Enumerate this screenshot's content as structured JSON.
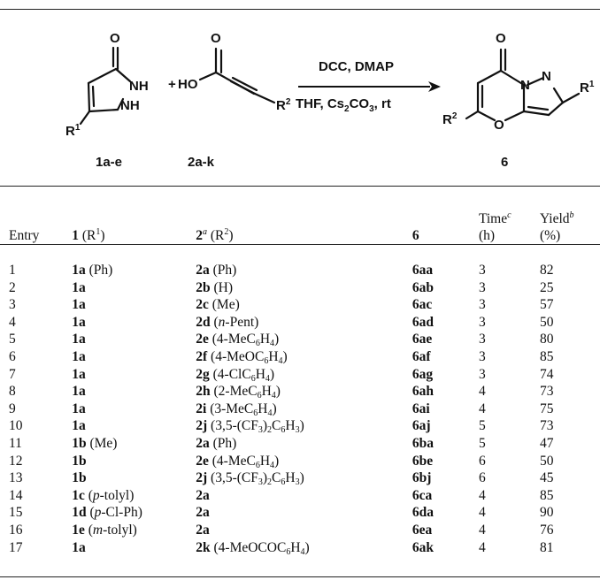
{
  "scheme": {
    "reactant1_label": "1a-e",
    "reactant2_label": "2a-k",
    "product_label": "6",
    "plus": "+",
    "reagents_top": "DCC, DMAP",
    "reagents_bottom_prefix": "THF, Cs",
    "reagents_bottom_sub1": "2",
    "reagents_bottom_mid": "CO",
    "reagents_bottom_sub2": "3",
    "reagents_bottom_suffix": ", rt",
    "atoms": {
      "o": "O",
      "nh": "NH",
      "n": "N",
      "ho": "HO",
      "r": "R",
      "sup1": "1",
      "sup2": "2"
    }
  },
  "table": {
    "headers": {
      "entry": "Entry",
      "col1_main": "1",
      "col1_paren_open": "(R",
      "col1_sup": "1",
      "col1_paren_close": ")",
      "col2_main": "2",
      "col2_note": "a",
      "col2_paren_open": "(R",
      "col2_sup": "2",
      "col2_paren_close": ")",
      "col3": "6",
      "time_line1": "Time",
      "time_note": "c",
      "time_line2": "(h)",
      "yield_line1": "Yield",
      "yield_note": "b",
      "yield_line2": "(%)"
    },
    "rows": [
      {
        "entry": "1",
        "c1": "1a",
        "c1_sub": " (Ph)",
        "c2": "2a",
        "c2_sub": " (Ph)",
        "p": "6aa",
        "time": "3",
        "yield": "82"
      },
      {
        "entry": "2",
        "c1": "1a",
        "c1_sub": "",
        "c2": "2b",
        "c2_sub": " (H)",
        "p": "6ab",
        "time": "3",
        "yield": "25"
      },
      {
        "entry": "3",
        "c1": "1a",
        "c1_sub": "",
        "c2": "2c",
        "c2_sub": " (Me)",
        "p": "6ac",
        "time": "3",
        "yield": "57"
      },
      {
        "entry": "4",
        "c1": "1a",
        "c1_sub": "",
        "c2": "2d",
        "c2_sub": " (n-Pent)",
        "p": "6ad",
        "time": "3",
        "yield": "50"
      },
      {
        "entry": "5",
        "c1": "1a",
        "c1_sub": "",
        "c2": "2e",
        "c2_sub": " (4-MeC6H4)",
        "p": "6ae",
        "time": "3",
        "yield": "80"
      },
      {
        "entry": "6",
        "c1": "1a",
        "c1_sub": "",
        "c2": "2f",
        "c2_sub": " (4-MeOC6H4)",
        "p": "6af",
        "time": "3",
        "yield": "85"
      },
      {
        "entry": "7",
        "c1": "1a",
        "c1_sub": "",
        "c2": "2g",
        "c2_sub": " (4-ClC6H4)",
        "p": "6ag",
        "time": "3",
        "yield": "74"
      },
      {
        "entry": "8",
        "c1": "1a",
        "c1_sub": "",
        "c2": "2h",
        "c2_sub": " (2-MeC6H4)",
        "p": "6ah",
        "time": "4",
        "yield": "73"
      },
      {
        "entry": "9",
        "c1": "1a",
        "c1_sub": "",
        "c2": "2i",
        "c2_sub": " (3-MeC6H4)",
        "p": "6ai",
        "time": "4",
        "yield": "75"
      },
      {
        "entry": "10",
        "c1": "1a",
        "c1_sub": "",
        "c2": "2j",
        "c2_sub": " (3,5-(CF3)2C6H3)",
        "p": "6aj",
        "time": "5",
        "yield": "73"
      },
      {
        "entry": "11",
        "c1": "1b",
        "c1_sub": " (Me)",
        "c2": "2a",
        "c2_sub": " (Ph)",
        "p": "6ba",
        "time": "5",
        "yield": "47"
      },
      {
        "entry": "12",
        "c1": "1b",
        "c1_sub": "",
        "c2": "2e",
        "c2_sub": " (4-MeC6H4)",
        "p": "6be",
        "time": "6",
        "yield": "50"
      },
      {
        "entry": "13",
        "c1": "1b",
        "c1_sub": "",
        "c2": "2j",
        "c2_sub": " (3,5-(CF3)2C6H3)",
        "p": "6bj",
        "time": "6",
        "yield": "45"
      },
      {
        "entry": "14",
        "c1": "1c",
        "c1_sub": " (p-tolyl)",
        "c2": "2a",
        "c2_sub": "",
        "p": "6ca",
        "time": "4",
        "yield": "85"
      },
      {
        "entry": "15",
        "c1": "1d",
        "c1_sub": " (p-Cl-Ph)",
        "c2": "2a",
        "c2_sub": "",
        "p": "6da",
        "time": "4",
        "yield": "90"
      },
      {
        "entry": "16",
        "c1": "1e",
        "c1_sub": " (m-tolyl)",
        "c2": "2a",
        "c2_sub": "",
        "p": "6ea",
        "time": "4",
        "yield": "76"
      },
      {
        "entry": "17",
        "c1": "1a",
        "c1_sub": "",
        "c2": "2k",
        "c2_sub": " (4-MeOCOC6H4)",
        "p": "6ak",
        "time": "4",
        "yield": "81"
      }
    ]
  }
}
